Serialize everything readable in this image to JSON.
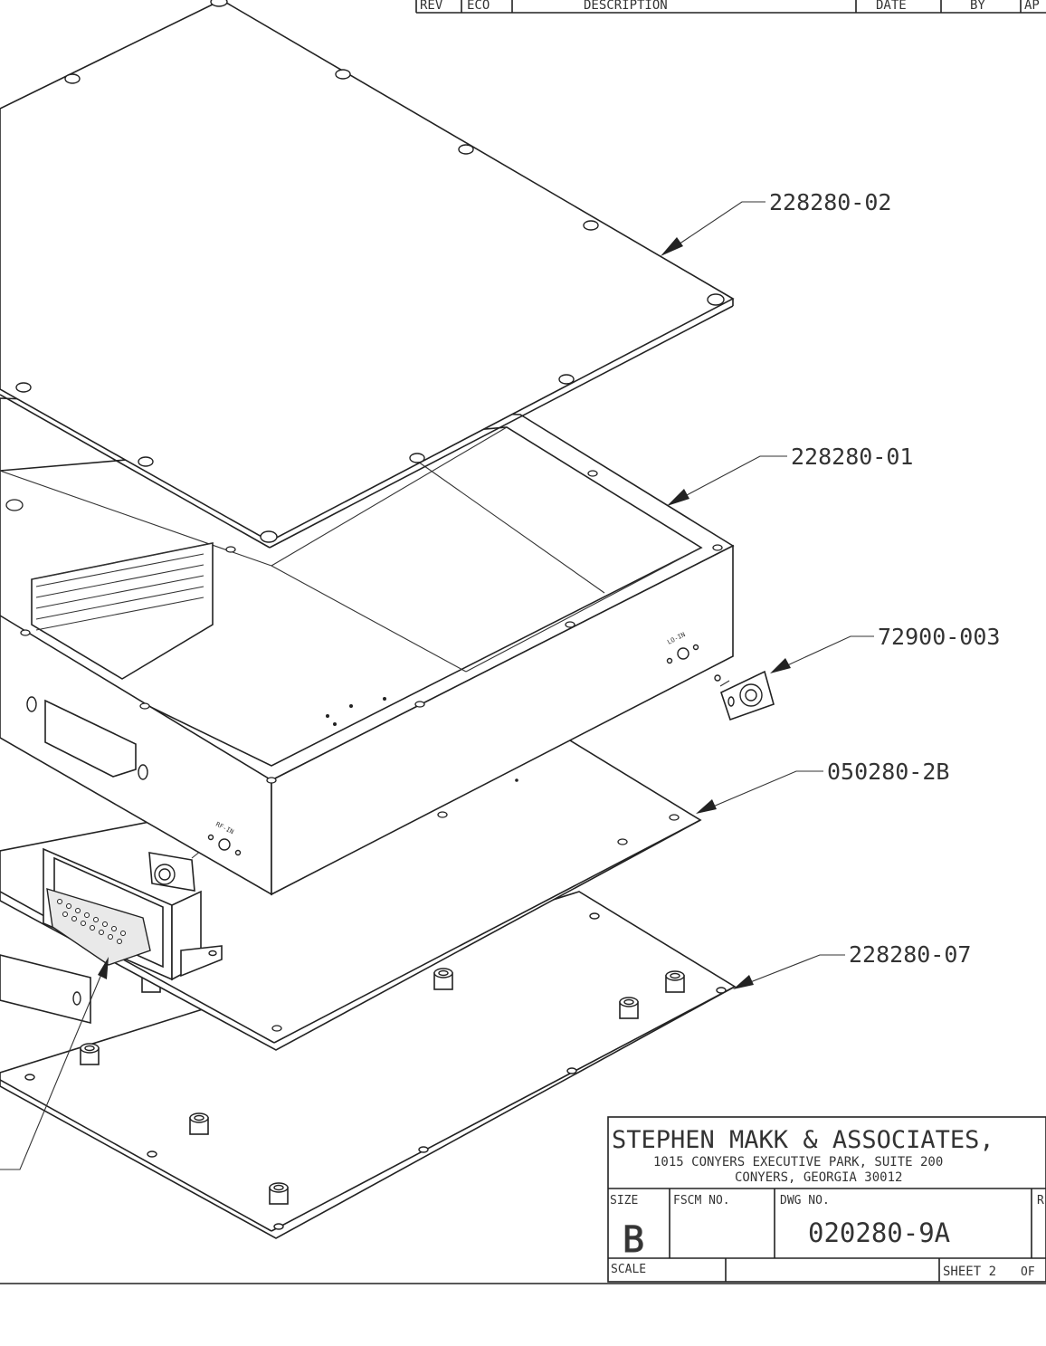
{
  "revision_block": {
    "headers": [
      "REV",
      "ECO",
      "DESCRIPTION",
      "DATE",
      "BY",
      "AP"
    ]
  },
  "callouts": [
    {
      "part_number": "228280-02"
    },
    {
      "part_number": "228280-01"
    },
    {
      "part_number": "72900-003"
    },
    {
      "part_number": "050280-2B"
    },
    {
      "part_number": "228280-07"
    }
  ],
  "part_markings": {
    "lo_in": "LO-IN",
    "rf_in": "RF-IN"
  },
  "title_block": {
    "company": "STEPHEN MAKK & ASSOCIATES,",
    "address_line1": "1015 CONYERS EXECUTIVE PARK, SUITE 200",
    "address_line2": "CONYERS, GEORGIA 30012",
    "size_label": "SIZE",
    "size_value": "B",
    "fscm_label": "FSCM NO.",
    "dwg_label": "DWG NO.",
    "dwg_value": "020280-9A",
    "rev_label": "R",
    "scale_label": "SCALE",
    "sheet_label": "SHEET 2",
    "of_label": "OF"
  },
  "colors": {
    "line": "#222222",
    "paper": "#ffffff",
    "shade": "#e9e9e9"
  }
}
